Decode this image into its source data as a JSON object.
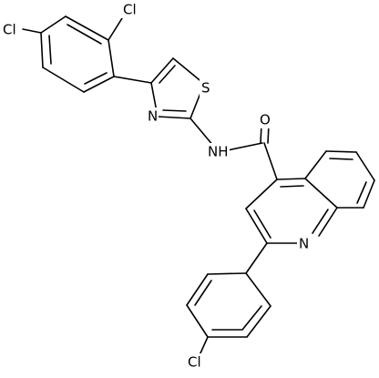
{
  "molecule": {
    "labels": {
      "cl_top": "Cl",
      "cl_left": "Cl",
      "s": "S",
      "n_thiazole": "N",
      "nh": "NH",
      "o": "O",
      "n_quinoline": "N",
      "cl_bottom": "Cl"
    }
  }
}
